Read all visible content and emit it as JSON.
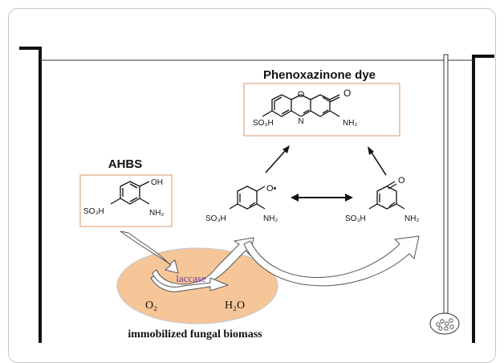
{
  "title": "Phenoxazinone dye",
  "product": {
    "ring_o": "O",
    "ring_n": "N",
    "keto_o": "O",
    "so3h": "SO₃H",
    "nh2": "NH₂"
  },
  "ahbs": {
    "label": "AHBS",
    "oh": "OH",
    "so3h": "SO₃H",
    "nh2": "NH₂"
  },
  "radical": {
    "o": "O•",
    "so3h": "SO₃H",
    "nh2": "NH₂"
  },
  "quinone": {
    "o": "O",
    "so3h": "SO₃H",
    "nh2": "NH₂"
  },
  "enzyme": {
    "name": "laccase",
    "reactant": "O₂",
    "product": "H₂O"
  },
  "caption": "immobilized fungal biomass",
  "colors": {
    "box_border": "#e8b89a",
    "biomass_fill": "#f6c598",
    "biomass_stroke": "#c7c7c7",
    "laccase_text": "#6a3a9a",
    "frame_border": "#c8c8c8"
  }
}
